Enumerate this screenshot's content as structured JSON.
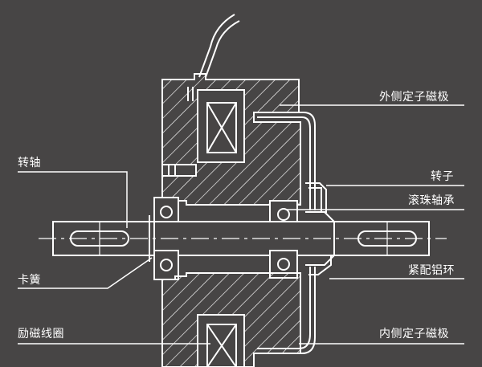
{
  "colors": {
    "background": "#474545",
    "line": "#ffffff"
  },
  "labels": {
    "outer_pole": "外侧定子磁极",
    "rotor": "转子",
    "ball_bearing": "滚珠轴承",
    "fastening_ring": "紧配铝环",
    "inner_pole": "内侧定子磁极",
    "shaft": "转轴",
    "circlip": "卡簧",
    "excitation_coil": "励磁线圈"
  }
}
